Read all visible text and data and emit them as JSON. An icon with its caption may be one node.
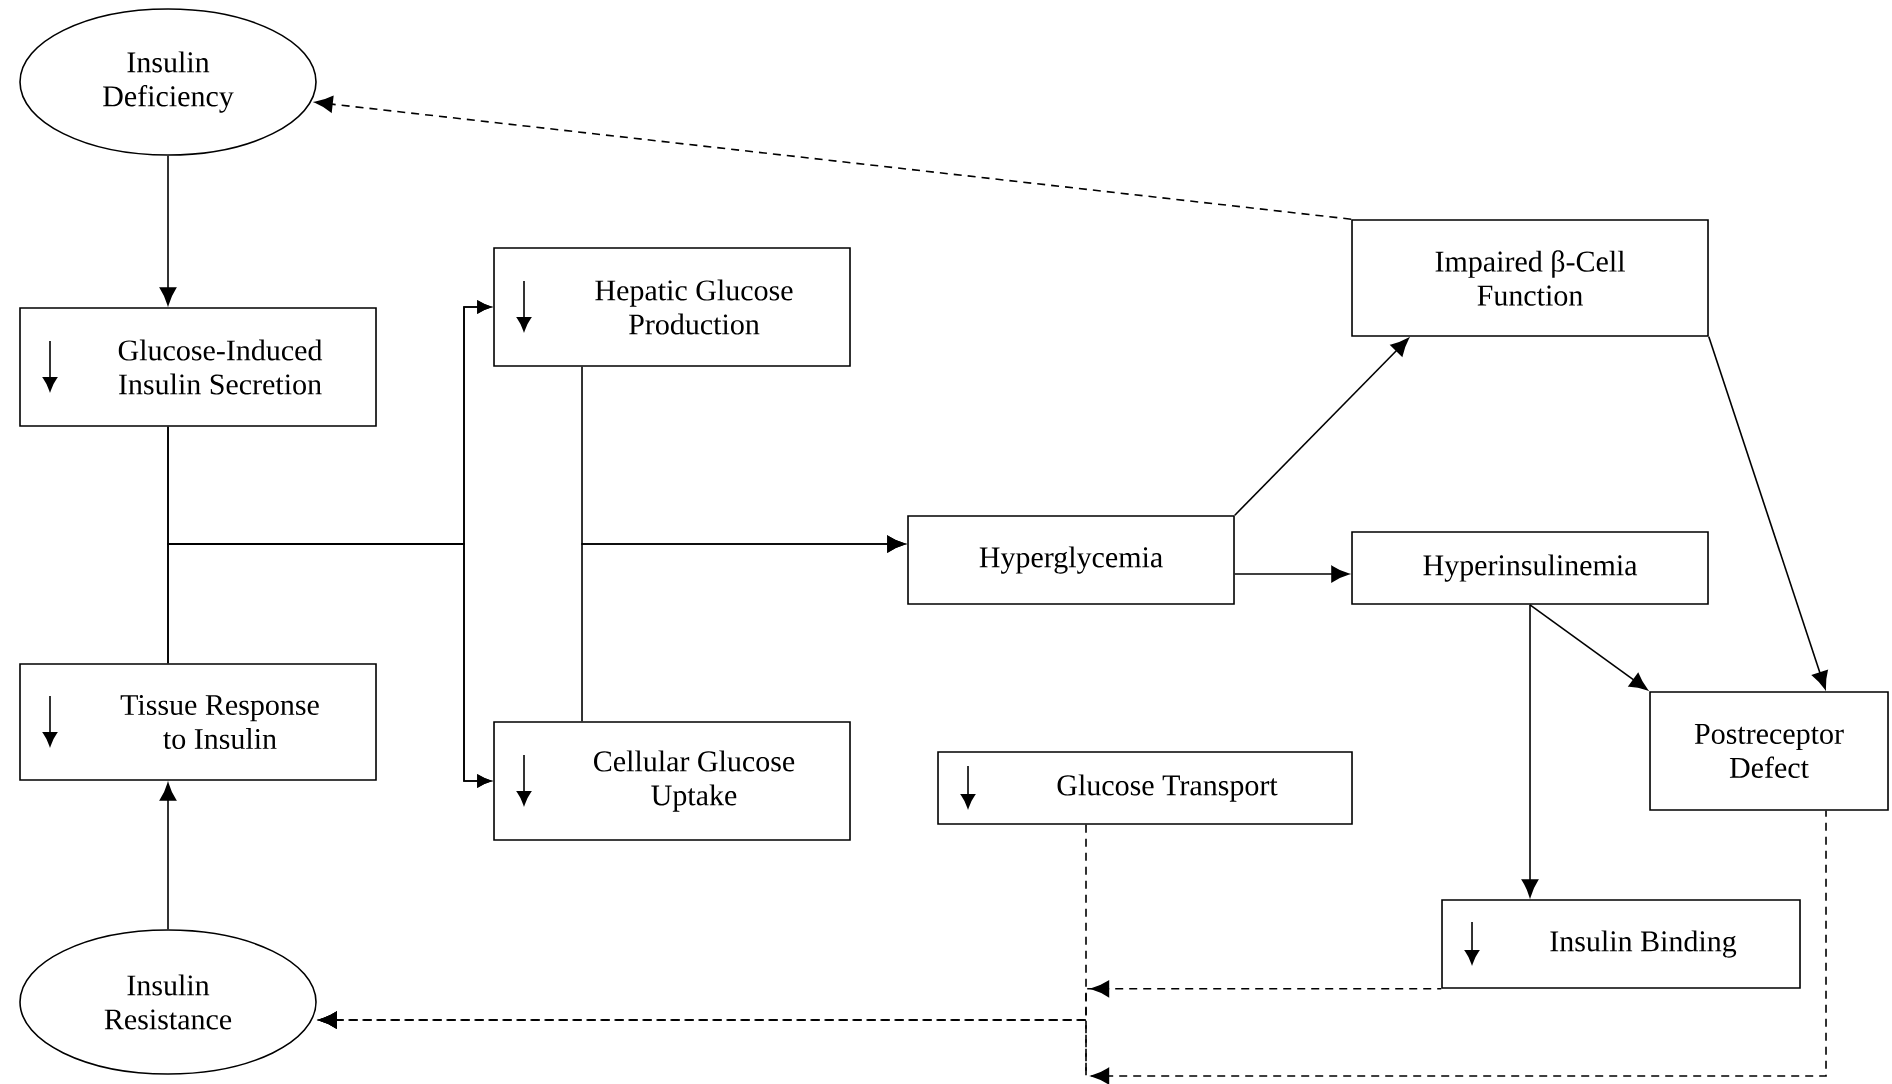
{
  "diagram": {
    "nodes": [
      {
        "text": [
          "Insulin Deficiency"
        ]
      },
      {
        "text": [
          "Glucose-Induced Insulin Secretion"
        ]
      },
      {
        "text": [
          "Tissue Response to Insulin"
        ]
      },
      {
        "text": [
          "Insulin Resistance"
        ]
      },
      {
        "text": [
          "Hepatic Glucose Production"
        ]
      },
      {
        "text": [
          "Cellular Glucose Uptake"
        ]
      },
      {
        "text": [
          "Hyperglycemia"
        ]
      },
      {
        "text": [
          "Impaired β-Cell Function"
        ]
      },
      {
        "text": [
          "Hyperinsulinemia"
        ]
      },
      {
        "text": [
          "Postreceptor Defect"
        ]
      },
      {
        "text": [
          "Glucose Transport"
        ]
      },
      {
        "text": [
          "Insulin Binding"
        ]
      }
    ],
    "edges": [
      {
        "from": 0,
        "to": 1,
        "arrow": "to"
      },
      {
        "from": 3,
        "to": 2,
        "arrow": "to"
      },
      {
        "from": 1,
        "to": 4,
        "arrow": "to"
      },
      {
        "from": 1,
        "to": 5,
        "arrow": "to"
      },
      {
        "from": 2,
        "to": 4,
        "arrow": "to"
      },
      {
        "from": 2,
        "to": 5,
        "arrow": "to"
      },
      {
        "from": 4,
        "to": 6,
        "arrow": "to"
      },
      {
        "from": 5,
        "to": 6,
        "arrow": "to"
      },
      {
        "from": 6,
        "to": 7,
        "arrow": "to"
      },
      {
        "from": 6,
        "to": 8,
        "arrow": "to"
      },
      {
        "from": 7,
        "to": 9,
        "arrow": "to"
      },
      {
        "from": 8,
        "to": 9,
        "arrow": "to"
      },
      {
        "from": 8,
        "to": 11,
        "arrow": "to"
      },
      {
        "from": 7,
        "to": 0,
        "arrow": "to",
        "style": "dashed"
      },
      {
        "from": 11,
        "to": 3,
        "arrow": "to",
        "style": "dashed"
      },
      {
        "from": 10,
        "to": 3,
        "arrow": "to",
        "style": "dashed"
      },
      {
        "from": 9,
        "to": 3,
        "arrow": "to",
        "style": "dashed"
      }
    ]
  }
}
